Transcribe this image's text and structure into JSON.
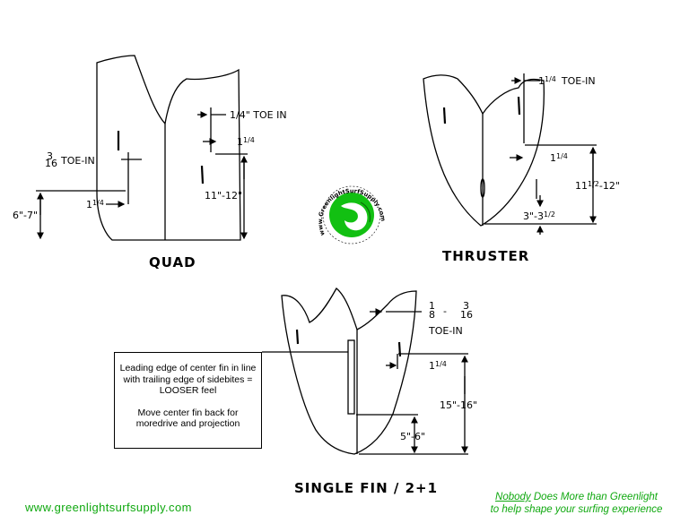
{
  "quad": {
    "title": "QUAD",
    "rear_toe": "1/4\" TOE  IN",
    "rear_offset": "1",
    "rear_offset_frac": "1/4",
    "rear_range": "11\"-12\"",
    "front_toe_num": "3",
    "front_toe_den": "16",
    "front_toe_label": "TOE-IN",
    "front_offset": "1",
    "front_offset_frac": "1/4",
    "front_range": "6\"-7\""
  },
  "thruster": {
    "title": "THRUSTER",
    "toe_whole": "1",
    "toe_frac": "1/4",
    "toe_label": "TOE-IN",
    "offset": "1",
    "offset_frac": "1/4",
    "range_main": "11",
    "range_frac": "1/2",
    "range_tail": "-12\"",
    "fin_range_main": "3\"-3",
    "fin_range_frac": "1/2"
  },
  "single": {
    "title": "SINGLE FIN / 2+1",
    "toe_a_num": "1",
    "toe_a_den": "8",
    "toe_b_num": "3",
    "toe_b_den": "16",
    "toe_label": "TOE-IN",
    "offset": "1",
    "offset_frac": "1/4",
    "range_main": "15\"-16\"",
    "range_fin": "5\"-6\""
  },
  "note": {
    "line1": "Leading edge of center fin in line with trailing edge of sidebites = LOOSER feel",
    "line2": "Move center fin back for moredrive and projection"
  },
  "logo": {
    "text": "www.GreenlightSurfSupply.com",
    "color": "#12c012"
  },
  "footer": {
    "url": "www.greenlightsurfsupply.com",
    "tagline_underlined": "Nobody",
    "tagline_rest": " Does More than Greenlight",
    "tagline_line2": "to help shape your surfing experience",
    "color": "#0fa80f"
  }
}
